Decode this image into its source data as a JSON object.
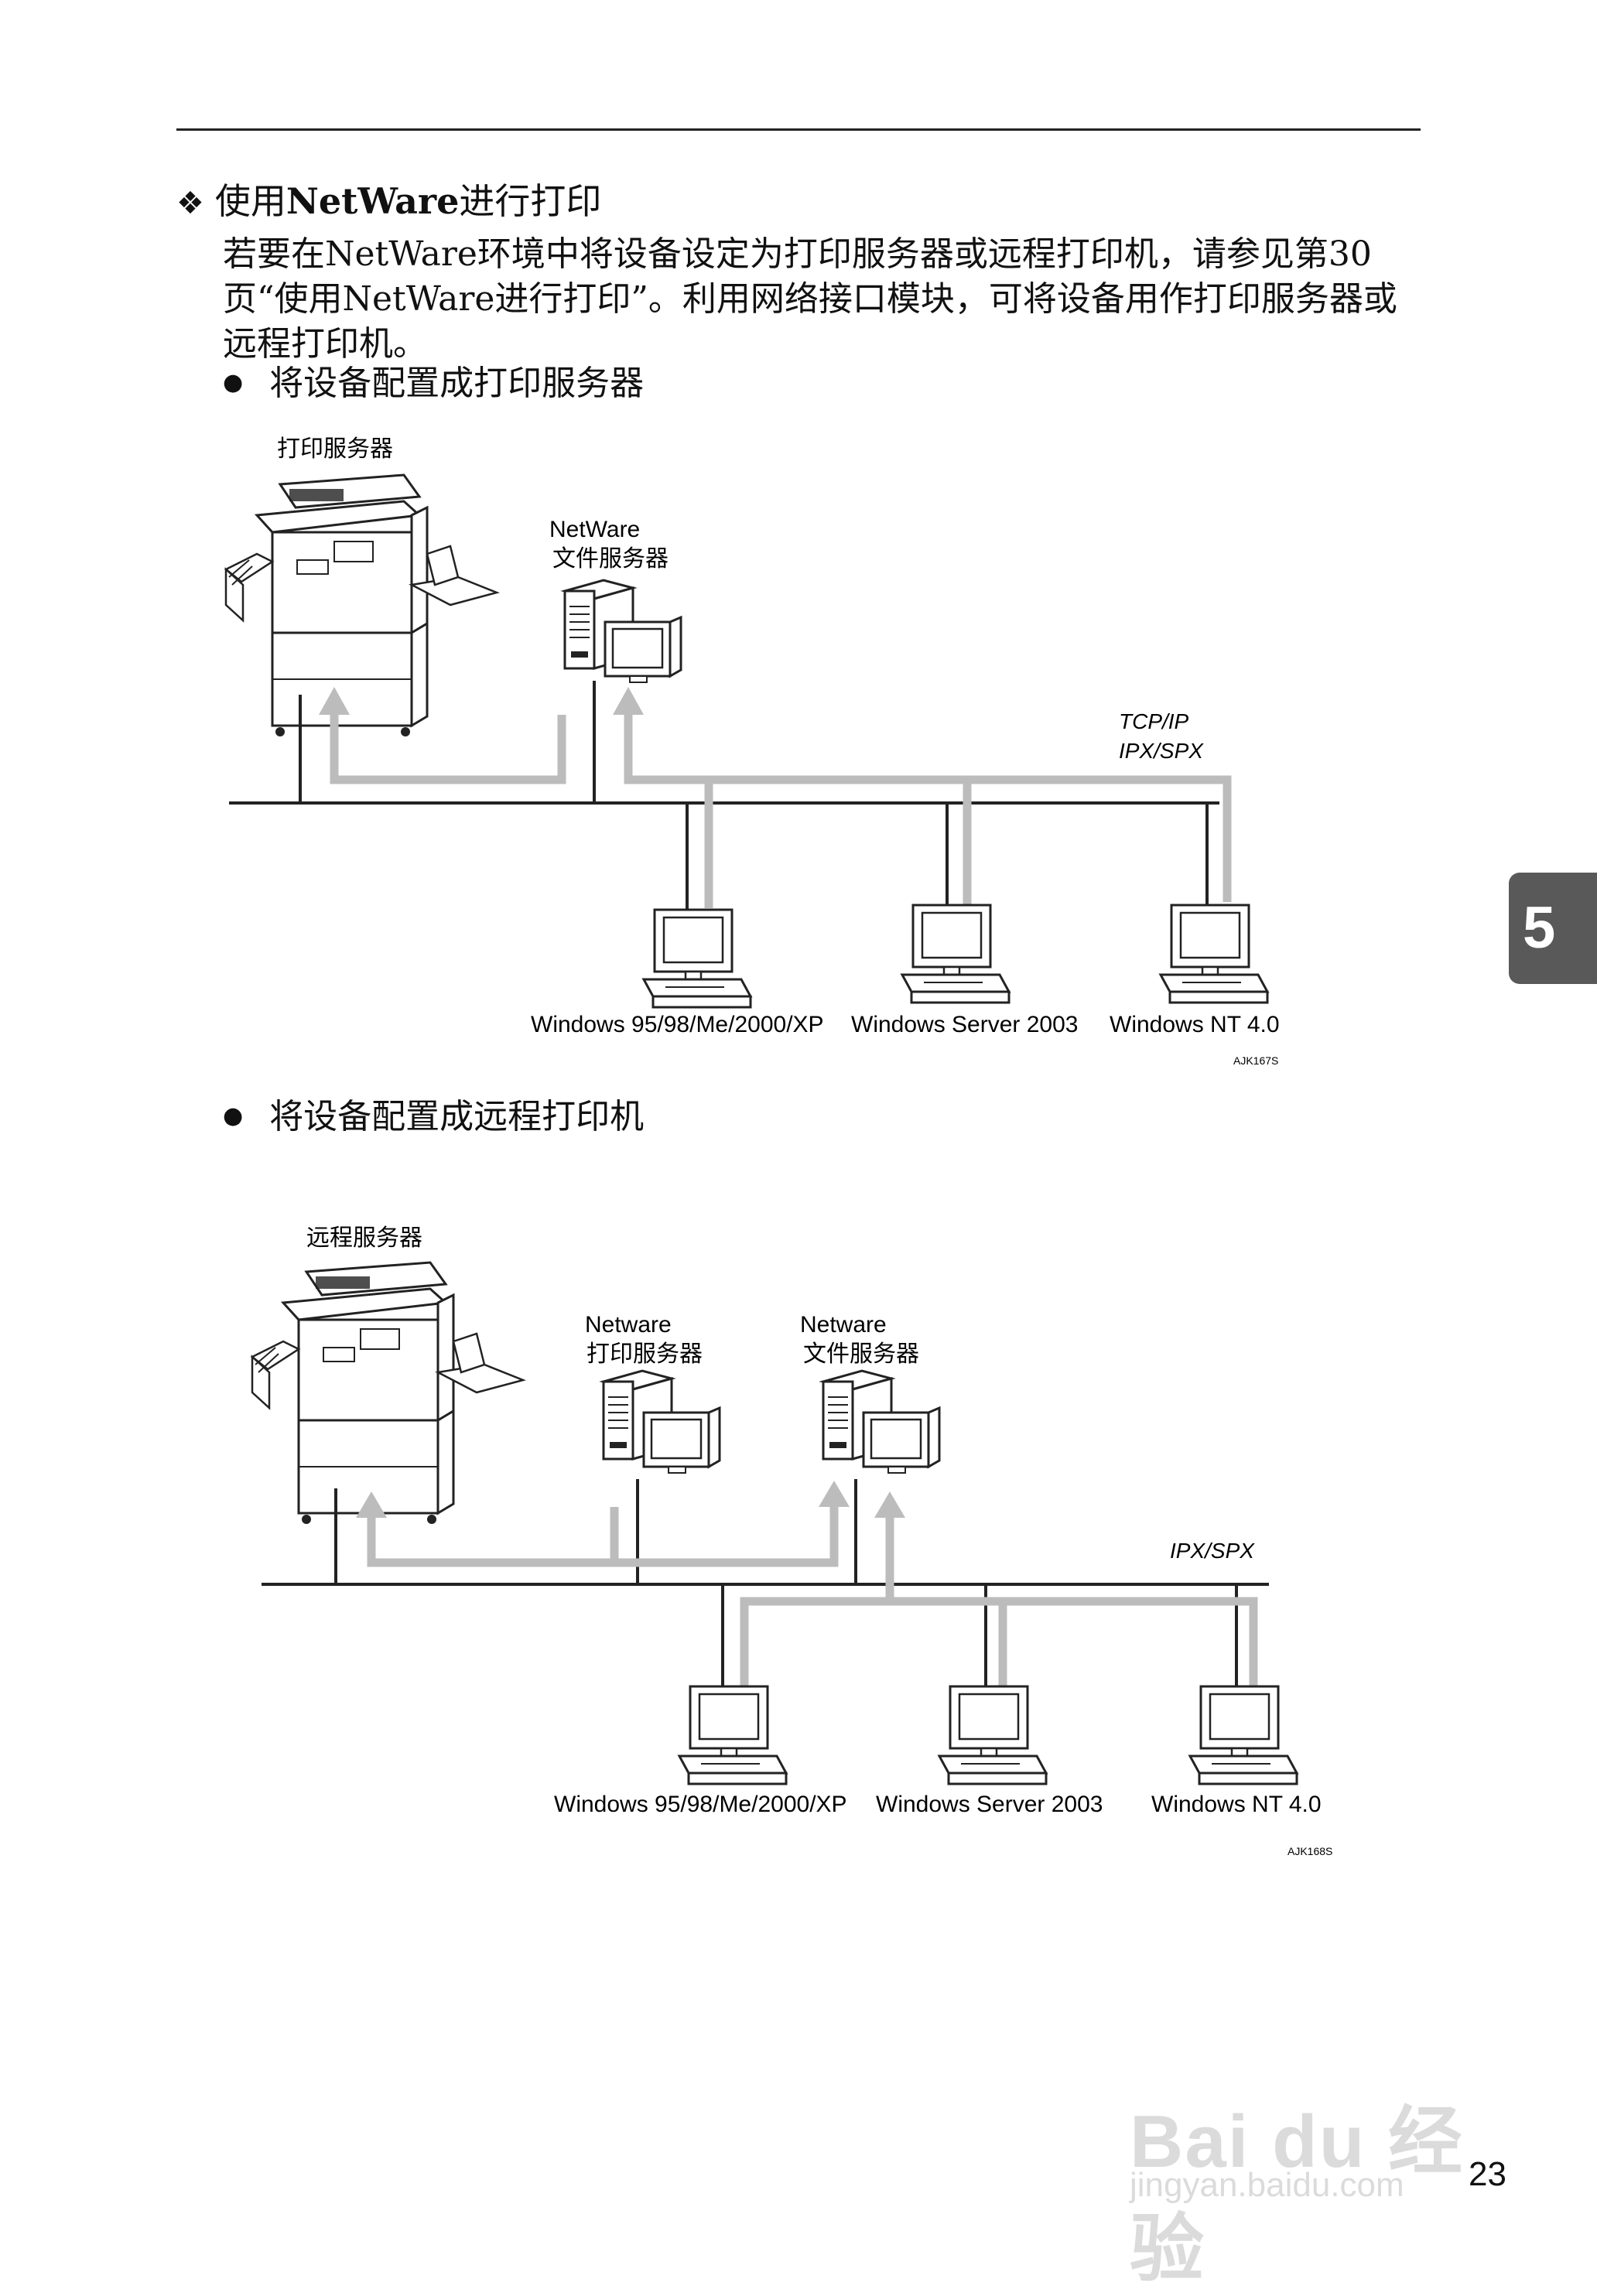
{
  "heading": {
    "diamond": "❖",
    "pre": "使用",
    "bold": "NetWare",
    "post": "进行打印"
  },
  "paragraph": "若要在NetWare环境中将设备设定为打印服务器或远程打印机，请参见第30页“使用NetWare进行打印”。利用网络接口模块，可将设备用作打印服务器或远程打印机。",
  "bullets": [
    "将设备配置成打印服务器",
    "将设备配置成远程打印机"
  ],
  "diagram1": {
    "device_label": "打印服务器",
    "server_label_en": "NetWare",
    "server_label_zh": "文件服务器",
    "protocol_1": "TCP/IP",
    "protocol_2": "IPX/SPX",
    "clients": [
      "Windows 95/98/Me/2000/XP",
      "Windows Server 2003",
      "Windows NT 4.0"
    ],
    "code": "AJK167S"
  },
  "diagram2": {
    "device_label": "远程服务器",
    "print_server_en": "Netware",
    "print_server_zh": "打印服务器",
    "file_server_en": "Netware",
    "file_server_zh": "文件服务器",
    "protocol": "IPX/SPX",
    "clients": [
      "Windows 95/98/Me/2000/XP",
      "Windows Server 2003",
      "Windows NT 4.0"
    ],
    "code": "AJK168S"
  },
  "chapter_tab": "5",
  "page_number": "23",
  "watermark": {
    "logo": "Bai du 经验",
    "url": "jingyan.baidu.com"
  }
}
